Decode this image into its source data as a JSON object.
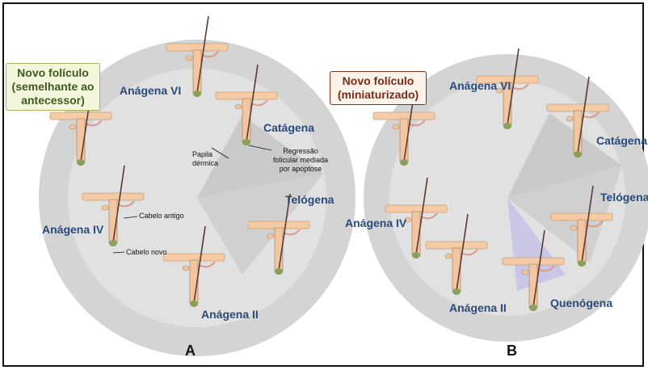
{
  "panel_a": {
    "label": "A",
    "new_follicle_box": [
      "Novo folículo",
      "(semelhante ao",
      "antecessor)"
    ],
    "phases": {
      "anagen_vi": "Anágena VI",
      "catagen": "Catágena",
      "telogen": "Telógena",
      "anagen_ii": "Anágena II",
      "anagen_iv": "Anágena IV"
    },
    "annotations": {
      "dermal_papilla": [
        "Papila",
        "dérmica"
      ],
      "regression": [
        "Regressão",
        "folicular mediada",
        "por apoptose"
      ],
      "old_hair": "Cabelo antigo",
      "new_hair": "Cabelo novo"
    }
  },
  "panel_b": {
    "label": "B",
    "new_follicle_box": [
      "Novo folículo",
      "(miniaturizado)"
    ],
    "phases": {
      "anagen_vi": "Anágena VI",
      "catagen": "Catágena",
      "telogen": "Telógena",
      "anagen_ii": "Anágena II",
      "anagen_iv": "Anágena IV",
      "kenogen": "Quenógena"
    }
  },
  "colors": {
    "outer_ring": "#d4d4d4",
    "inner_disc": "#e1e1e1",
    "wedge": "#c4c4c4",
    "kenogen_wedge": "#c9c6e6",
    "skin": "#f4cba4",
    "phase_label": "#2a4a7a"
  }
}
